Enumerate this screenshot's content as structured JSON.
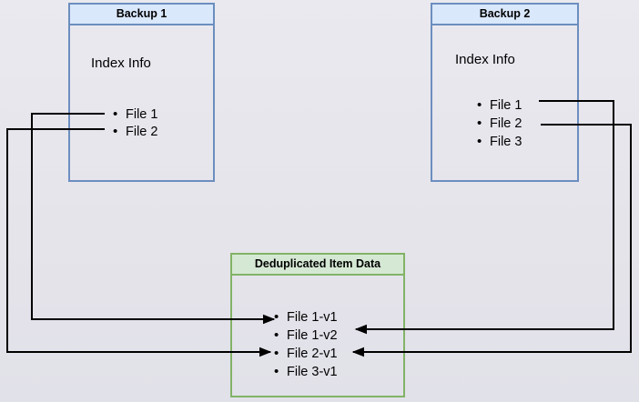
{
  "canvas": {
    "background": "#e7e6ec",
    "line_color": "#000000"
  },
  "boxes": {
    "backup1": {
      "title": "Backup 1",
      "section_label": "Index Info",
      "items": [
        "File 1",
        "File 2"
      ],
      "header_fill": "#dae8fc",
      "border_color": "#6c8ebf"
    },
    "backup2": {
      "title": "Backup 2",
      "section_label": "Index Info",
      "items": [
        "File 1",
        "File 2",
        "File 3"
      ],
      "header_fill": "#dae8fc",
      "border_color": "#6c8ebf"
    },
    "dedup": {
      "title": "Deduplicated Item Data",
      "items": [
        "File 1-v1",
        "File 1-v2",
        "File 2-v1",
        "File 3-v1"
      ],
      "header_fill": "#d5e8d4",
      "border_color": "#82b366"
    }
  },
  "connections": [
    {
      "from": "Backup 1 / File 1",
      "to": "File 1-v1",
      "side": "left"
    },
    {
      "from": "Backup 1 / File 2",
      "to": "File 2-v1",
      "side": "left"
    },
    {
      "from": "Backup 2 / File 1",
      "to": "File 1-v2",
      "side": "right"
    },
    {
      "from": "Backup 2 / File 2",
      "to": "File 2-v1",
      "side": "right"
    }
  ]
}
